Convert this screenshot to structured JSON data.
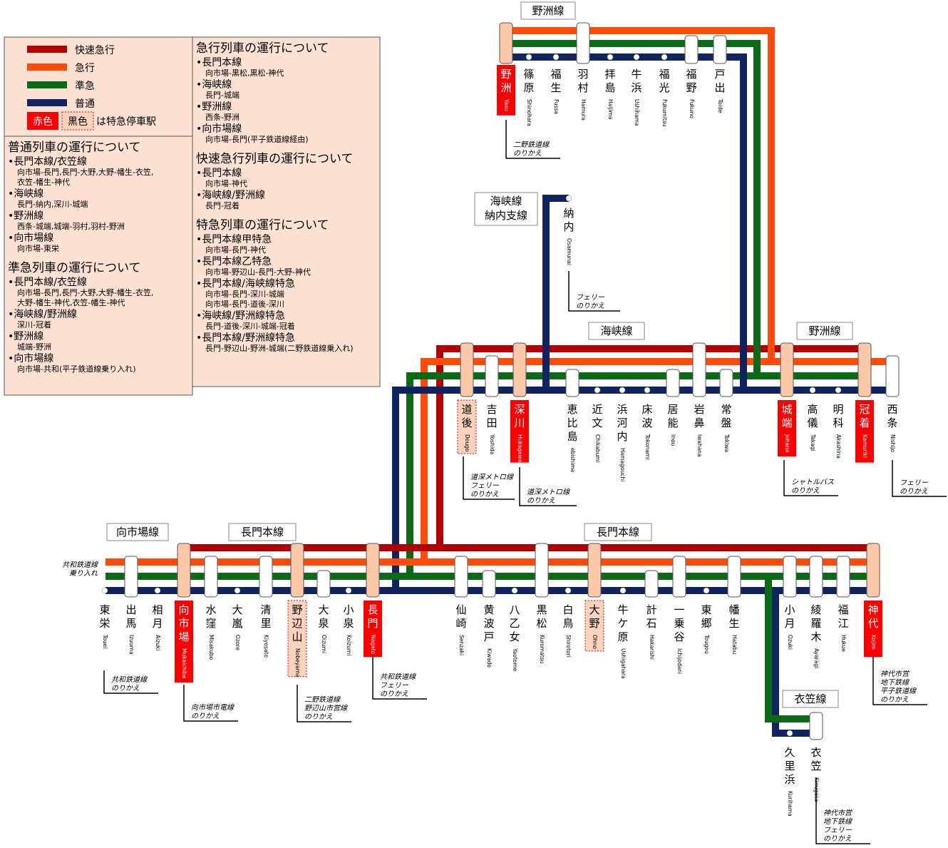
{
  "legend": {
    "items": [
      {
        "label": "快速急行",
        "color": "#b30000"
      },
      {
        "label": "急行",
        "color": "#ff4a0a"
      },
      {
        "label": "準急",
        "color": "#0b6a16"
      },
      {
        "label": "普通",
        "color": "#0f2460"
      }
    ],
    "red_sample": "赤色",
    "black_sample": "黒色",
    "stop_note": "は特急停車駅"
  },
  "info_left": [
    {
      "type": "h",
      "text": "普通列車の運行について"
    },
    {
      "type": "l",
      "text": "•長門本線/衣笠線"
    },
    {
      "type": "s",
      "text": "向市場-長門,長門-大野,大野-幡生-衣笠,"
    },
    {
      "type": "s",
      "text": "衣笠-幡生-神代"
    },
    {
      "type": "l",
      "text": "•海峡線"
    },
    {
      "type": "s",
      "text": "長門-納内,深川-城端"
    },
    {
      "type": "l",
      "text": "•野洲線"
    },
    {
      "type": "s",
      "text": "西条-城端,城端-羽村,羽村-野洲"
    },
    {
      "type": "l",
      "text": "•向市場線"
    },
    {
      "type": "s",
      "text": "向市場-東栄"
    },
    {
      "type": "g"
    },
    {
      "type": "h",
      "text": "準急列車の運行について"
    },
    {
      "type": "l",
      "text": "•長門本線/衣笠線"
    },
    {
      "type": "s",
      "text": "向市場-長門,長門-大野,大野-幡生-衣笠,"
    },
    {
      "type": "s",
      "text": "大野-幡生-神代,衣笠-幡生-神代"
    },
    {
      "type": "l",
      "text": "•海峡線/野洲線"
    },
    {
      "type": "s",
      "text": "深川-冠着"
    },
    {
      "type": "l",
      "text": "•野洲線"
    },
    {
      "type": "s",
      "text": "城端-野洲"
    },
    {
      "type": "l",
      "text": "•向市場線"
    },
    {
      "type": "s",
      "text": "向市場-共和(平子鉄道線乗り入れ)"
    }
  ],
  "info_right": [
    {
      "type": "h",
      "text": "急行列車の運行について"
    },
    {
      "type": "l",
      "text": "•長門本線"
    },
    {
      "type": "s",
      "text": "向市場-黒松,黒松-神代"
    },
    {
      "type": "l",
      "text": "•海峡線"
    },
    {
      "type": "s",
      "text": "長門-城端"
    },
    {
      "type": "l",
      "text": "•野洲線"
    },
    {
      "type": "s",
      "text": "西条-野洲"
    },
    {
      "type": "l",
      "text": "•向市場線"
    },
    {
      "type": "s",
      "text": "向市場-長門(平子鉄道線経由)"
    },
    {
      "type": "g"
    },
    {
      "type": "h",
      "text": "快速急行列車の運行について"
    },
    {
      "type": "l",
      "text": "•長門本線"
    },
    {
      "type": "s",
      "text": "向市場-神代"
    },
    {
      "type": "l",
      "text": "•海峡線/野洲線"
    },
    {
      "type": "s",
      "text": "長門-冠着"
    },
    {
      "type": "g"
    },
    {
      "type": "h",
      "text": "特急列車の運行について"
    },
    {
      "type": "l",
      "text": "•長門本線甲特急"
    },
    {
      "type": "s",
      "text": "向市場-長門-神代"
    },
    {
      "type": "l",
      "text": "•長門本線乙特急"
    },
    {
      "type": "s",
      "text": "向市場-野辺山-長門-大野-神代"
    },
    {
      "type": "l",
      "text": "•長門本線/海峡線特急"
    },
    {
      "type": "s",
      "text": "向市場-長門-深川-城端"
    },
    {
      "type": "s",
      "text": "向市場-長門-道後-深川"
    },
    {
      "type": "l",
      "text": "•海峡線/野洲線特急"
    },
    {
      "type": "s",
      "text": "長門-道後-深川-城端-冠着"
    },
    {
      "type": "l",
      "text": "•長門本線/野洲線特急"
    },
    {
      "type": "s",
      "text": "長門-野辺山-野洲-城端(二野鉄道線乗入れ)"
    }
  ],
  "line_labels": [
    {
      "text": "野洲線"
    },
    {
      "text": "海峡線\n納内支線"
    },
    {
      "text": "海峡線"
    },
    {
      "text": "野洲線"
    },
    {
      "text": "向市場線"
    },
    {
      "text": "長門本線"
    },
    {
      "text": "長門本線"
    },
    {
      "text": "衣笠線"
    }
  ],
  "stations": {
    "yasu_line": [
      {
        "name": "野洲",
        "roma": "Yasu",
        "style": "red"
      },
      {
        "name": "篠原",
        "roma": "Shinohara"
      },
      {
        "name": "福生",
        "roma": "Fussa"
      },
      {
        "name": "羽村",
        "roma": "Hamura"
      },
      {
        "name": "拝島",
        "roma": "Haijima"
      },
      {
        "name": "牛浜",
        "roma": "Ushihama"
      },
      {
        "name": "福光",
        "roma": "Fukumitsu"
      },
      {
        "name": "福野",
        "roma": "Fukuno"
      },
      {
        "name": "戸出",
        "roma": "Toide"
      }
    ],
    "osamunai": [
      {
        "name": "納内",
        "roma": "Osamunai"
      }
    ],
    "kaikyo_line": [
      {
        "name": "道後",
        "roma": "Dougo",
        "style": "black"
      },
      {
        "name": "吉田",
        "roma": "Yoshida"
      },
      {
        "name": "深川",
        "roma": "Hukagawa",
        "style": "red"
      },
      {
        "name": "恵比島",
        "roma": "ebishima"
      },
      {
        "name": "近文",
        "roma": "Chikabumi"
      },
      {
        "name": "浜河内",
        "roma": "Hamagouchi"
      },
      {
        "name": "床波",
        "roma": "Tokonami"
      },
      {
        "name": "居能",
        "roma": "Inou"
      },
      {
        "name": "岩鼻",
        "roma": "Iwahana"
      },
      {
        "name": "常盤",
        "roma": "Tokiwa"
      },
      {
        "name": "城端",
        "roma": "Johana",
        "style": "red"
      },
      {
        "name": "高儀",
        "roma": "Takagi"
      },
      {
        "name": "明科",
        "roma": "Akashina"
      },
      {
        "name": "冠着",
        "roma": "Kamuriki",
        "style": "red"
      },
      {
        "name": "西条",
        "roma": "Nishijo"
      }
    ],
    "main_line": [
      {
        "name": "東栄",
        "roma": "Touei"
      },
      {
        "name": "出馬",
        "roma": "Izuuma"
      },
      {
        "name": "相月",
        "roma": "Aizuki"
      },
      {
        "name": "向市場",
        "roma": "Mukaichiba",
        "style": "red"
      },
      {
        "name": "水窪",
        "roma": "Misakubo"
      },
      {
        "name": "大嵐",
        "roma": "Ozore"
      },
      {
        "name": "清里",
        "roma": "Kiyosato"
      },
      {
        "name": "野辺山",
        "roma": "Nobeyama",
        "style": "black"
      },
      {
        "name": "大泉",
        "roma": "Oizumi"
      },
      {
        "name": "小泉",
        "roma": "Koizumi"
      },
      {
        "name": "長門",
        "roma": "Nagato",
        "style": "red"
      },
      {
        "name": "仙崎",
        "roma": "Senzaki"
      },
      {
        "name": "黄波戸",
        "roma": "Kiwado"
      },
      {
        "name": "八乙女",
        "roma": "Yaotome"
      },
      {
        "name": "黒松",
        "roma": "Kuromatsu"
      },
      {
        "name": "白鳥",
        "roma": "Shirotori"
      },
      {
        "name": "大野",
        "roma": "Ohno",
        "style": "black"
      },
      {
        "name": "牛ケ原",
        "roma": "Ushigahara"
      },
      {
        "name": "計石",
        "roma": "Hakarishi"
      },
      {
        "name": "一乗谷",
        "roma": "Ichijodani"
      },
      {
        "name": "東郷",
        "roma": "Tougou"
      },
      {
        "name": "幡生",
        "roma": "Hatabu"
      },
      {
        "name": "小月",
        "roma": "Ozuki"
      },
      {
        "name": "綾羅木",
        "roma": "Ayaragi"
      },
      {
        "name": "福江",
        "roma": "Hukue"
      },
      {
        "name": "神代",
        "roma": "Kojiro",
        "style": "red"
      }
    ],
    "kinugasa_line": [
      {
        "name": "久里浜",
        "roma": "Kurihama"
      },
      {
        "name": "衣笠",
        "roma": "Kinugasa"
      }
    ]
  },
  "notes": [
    {
      "lines": [
        "二野鉄道線",
        "のりかえ"
      ]
    },
    {
      "lines": [
        "フェリー",
        "のりかえ"
      ]
    },
    {
      "lines": [
        "道深メトロ線",
        "フェリー",
        "のりかえ"
      ]
    },
    {
      "lines": [
        "道深メトロ線",
        "のりかえ"
      ]
    },
    {
      "lines": [
        "シャトルバス",
        "のりかえ"
      ]
    },
    {
      "lines": [
        "フェリー",
        "のりかえ"
      ]
    },
    {
      "lines": [
        "共和鉄道線",
        "乗り入れ"
      ]
    },
    {
      "lines": [
        "共和鉄道線",
        "のりかえ"
      ]
    },
    {
      "lines": [
        "向市場市電線",
        "のりかえ"
      ]
    },
    {
      "lines": [
        "二野鉄道線",
        "野辺山市営線",
        "のりかえ"
      ]
    },
    {
      "lines": [
        "共和鉄道線",
        "フェリー",
        "のりかえ"
      ]
    },
    {
      "lines": [
        "神代市営",
        "地下鉄線",
        "平子鉄道線",
        "のりかえ"
      ]
    },
    {
      "lines": [
        "神代市営",
        "地下鉄線",
        "フェリー",
        "のりかえ"
      ]
    }
  ]
}
